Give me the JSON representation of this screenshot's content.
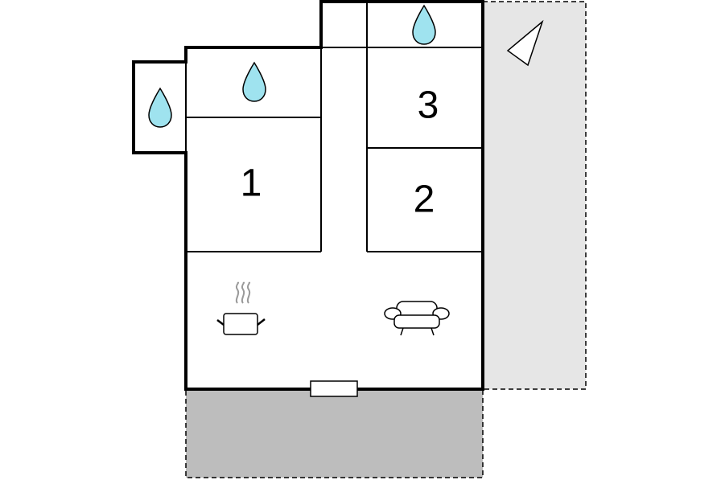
{
  "floorplan": {
    "rooms": [
      {
        "id": "bedroom-1",
        "label": "1"
      },
      {
        "id": "bedroom-2",
        "label": "2"
      },
      {
        "id": "bedroom-3",
        "label": "3"
      }
    ],
    "icons": [
      "water-drop-icon",
      "water-drop-icon",
      "water-drop-icon",
      "cooking-pot-icon",
      "sofa-icon",
      "north-arrow-icon"
    ],
    "colors": {
      "wall": "#000000",
      "water": "#9fe3ef",
      "terrace": "#bdbdbd",
      "garden": "#e6e6e6"
    }
  }
}
